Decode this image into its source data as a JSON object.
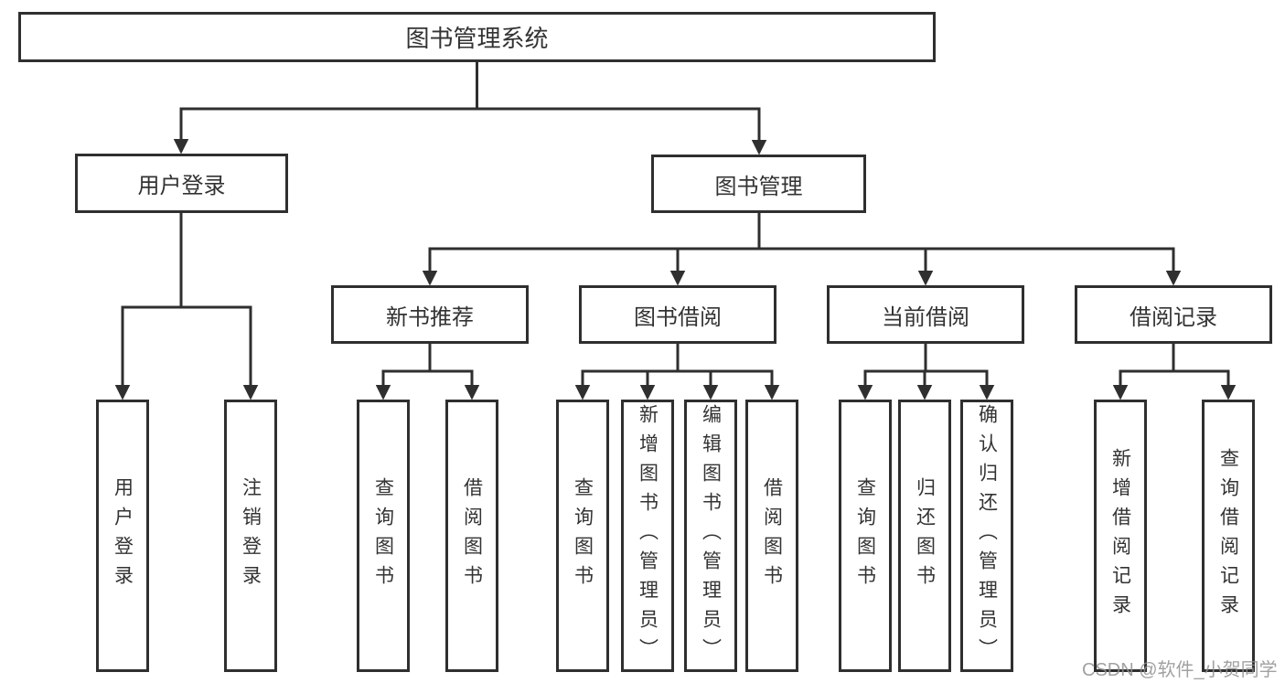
{
  "title": {
    "label": "图书管理系统"
  },
  "level2": [
    {
      "label": "用户登录"
    },
    {
      "label": "图书管理"
    }
  ],
  "level3": [
    {
      "label": "新书推荐"
    },
    {
      "label": "图书借阅"
    },
    {
      "label": "当前借阅"
    },
    {
      "label": "借阅记录"
    }
  ],
  "leaves": {
    "user_login": [
      {
        "label": "用户登录"
      },
      {
        "label": "注销登录"
      }
    ],
    "new_book": [
      {
        "label": "查询图书"
      },
      {
        "label": "借阅图书"
      }
    ],
    "book_borrow": [
      {
        "label": "查询图书"
      },
      {
        "label": "新增图书（管理员）"
      },
      {
        "label": "编辑图书（管理员）"
      },
      {
        "label": "借阅图书"
      }
    ],
    "current_borrow": [
      {
        "label": "查询图书"
      },
      {
        "label": "归还图书"
      },
      {
        "label": "确认归还（管理员）"
      }
    ],
    "borrow_record": [
      {
        "label": "新增借阅记录"
      },
      {
        "label": "查询借阅记录"
      }
    ]
  },
  "watermark": {
    "text": "CSDN @软件_小贺同学"
  },
  "colors": {
    "line": "#2f2f2f",
    "text": "#333333",
    "watermark": "#919191",
    "background": "#ffffff"
  }
}
